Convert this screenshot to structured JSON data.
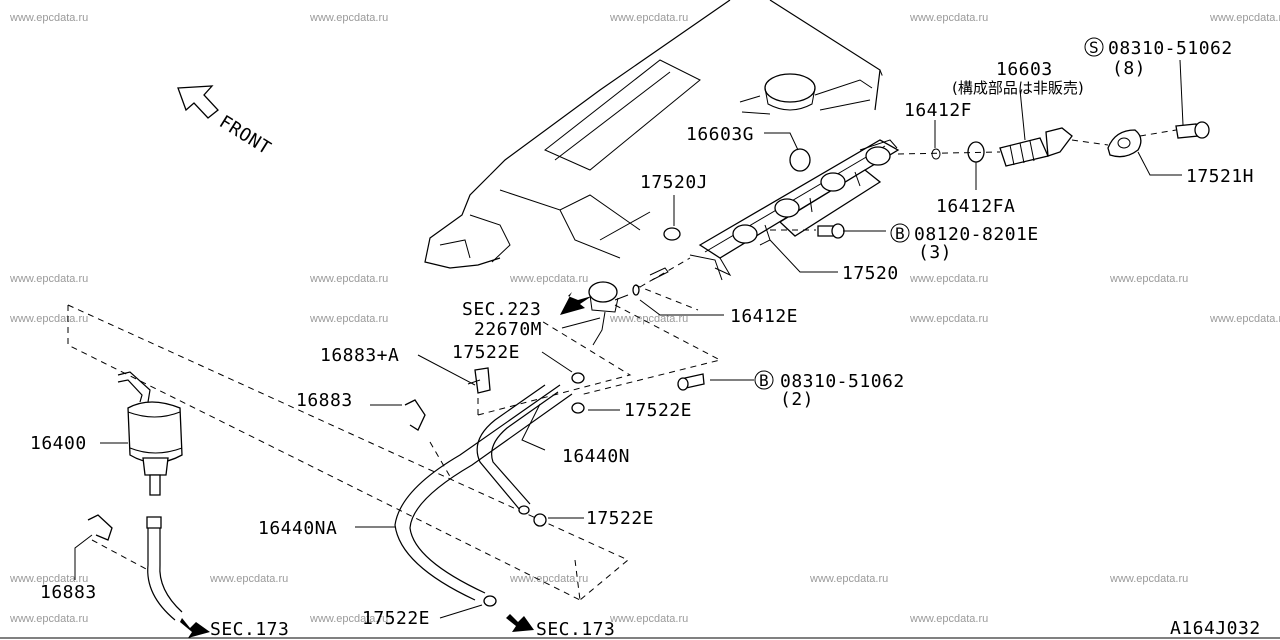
{
  "watermark": "www.epcdata.ru",
  "diagram_code": "A164J032",
  "front_label": "FRONT",
  "parts": {
    "p16400": "16400",
    "p16883_a": "16883",
    "p16883_b": "16883",
    "p16883_plus_a": "16883+A",
    "p16440na": "16440NA",
    "p16440n": "16440N",
    "p17522e_a": "17522E",
    "p17522e_b": "17522E",
    "p17522e_c": "17522E",
    "p17522e_d": "17522E",
    "p22670m": "22670M",
    "p16412e": "16412E",
    "p17520": "17520",
    "p17520j": "17520J",
    "p16603g": "16603G",
    "p16412f": "16412F",
    "p16603": "16603",
    "p16603_note": "(構成部品は非販売)",
    "p16412fa": "16412FA",
    "p17521h": "17521H"
  },
  "bolts": {
    "s_circle": "S",
    "s_part": "08310-51062",
    "s_qty": "(8)",
    "b1_circle": "B",
    "b1_part": "08120-8201E",
    "b1_qty": "(3)",
    "b2_circle": "B",
    "b2_part": "08310-51062",
    "b2_qty": "(2)"
  },
  "sections": {
    "sec223": "SEC.223",
    "sec173_a": "SEC.173",
    "sec173_b": "SEC.173"
  }
}
